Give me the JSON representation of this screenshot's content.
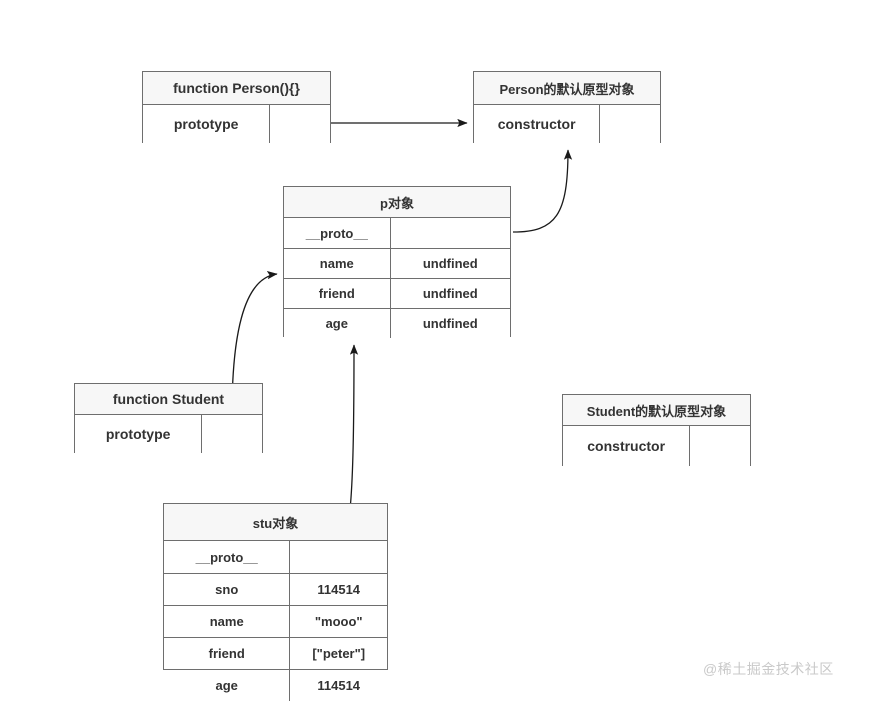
{
  "diagram": {
    "title": "JavaScript prototype chain diagram",
    "colors": {
      "border": "#6e6e6e",
      "header_fill": "#f7f7f7",
      "body_fill": "#ffffff",
      "text": "#333333",
      "connector": "#1a1a1a",
      "watermark": "#c9c9c9",
      "background": "#ffffff"
    },
    "nodes": {
      "person_function": {
        "header": "function Person(){}",
        "rows": [
          {
            "key": "prototype",
            "value": ""
          }
        ]
      },
      "person_prototype": {
        "header": "Person的默认原型对象",
        "rows": [
          {
            "key": "constructor",
            "value": ""
          }
        ]
      },
      "p_object": {
        "header": "p对象",
        "rows": [
          {
            "key": "__proto__",
            "value": ""
          },
          {
            "key": "name",
            "value": "undfined"
          },
          {
            "key": "friend",
            "value": "undfined"
          },
          {
            "key": "age",
            "value": "undfined"
          }
        ]
      },
      "student_function": {
        "header": "function Student",
        "rows": [
          {
            "key": "prototype",
            "value": ""
          }
        ]
      },
      "student_prototype": {
        "header": "Student的默认原型对象",
        "rows": [
          {
            "key": "constructor",
            "value": ""
          }
        ]
      },
      "stu_object": {
        "header": "stu对象",
        "rows": [
          {
            "key": "__proto__",
            "value": ""
          },
          {
            "key": "sno",
            "value": "114514"
          },
          {
            "key": "name",
            "value": "\"mooo\""
          },
          {
            "key": "friend",
            "value": "[\"peter\"]"
          },
          {
            "key": "age",
            "value": "114514"
          }
        ]
      }
    },
    "connectors": [
      {
        "name": "person-prototype-to-person-proto-object",
        "from": "person_function.prototype",
        "to": "person_prototype",
        "style": "straight-arrow"
      },
      {
        "name": "p-proto-to-person-proto-object",
        "from": "p_object.__proto__",
        "to": "person_prototype",
        "style": "curved-arrow"
      },
      {
        "name": "student-prototype-to-p-object",
        "from": "student_function.prototype",
        "to": "p_object",
        "style": "curved-arrow"
      },
      {
        "name": "stu-proto-to-p-object",
        "from": "stu_object.__proto__",
        "to": "p_object",
        "style": "curved-arrow"
      }
    ]
  },
  "watermark": {
    "text": "@稀土掘金技术社区"
  }
}
